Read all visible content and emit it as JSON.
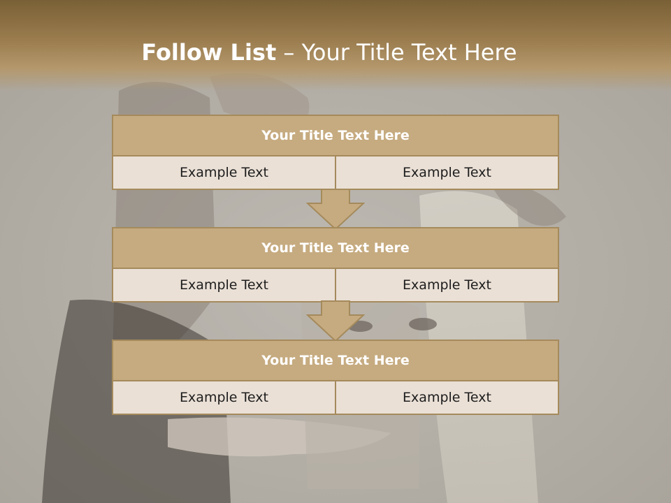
{
  "title": {
    "bold": "Follow List",
    "rest": " – Your Title Text Here"
  },
  "steps": [
    {
      "title": "Your Title Text Here",
      "left": "Example Text",
      "right": "Example Text"
    },
    {
      "title": "Your Title Text Here",
      "left": "Example Text",
      "right": "Example Text"
    },
    {
      "title": "Your Title Text Here",
      "left": "Example Text",
      "right": "Example Text"
    }
  ],
  "colors": {
    "header_band": "#9b7d4f",
    "box_header": "#c6ab80",
    "box_border": "#a58a5c",
    "box_cell": "#eae0d6"
  }
}
